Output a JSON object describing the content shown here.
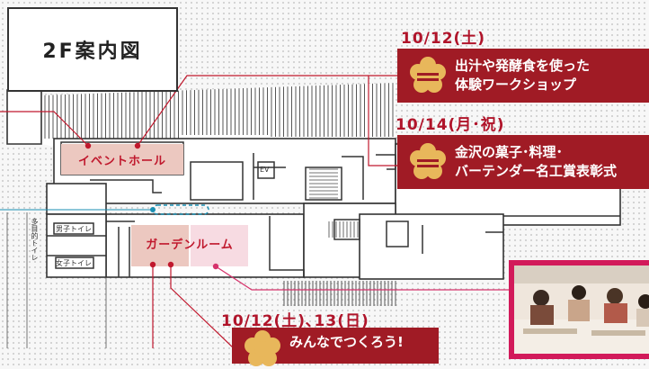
{
  "floor_title": "2F案内図",
  "rooms": {
    "event_hall": "イベントホール",
    "garden_room": "ガーデンルーム"
  },
  "facilities": {
    "ev": "EV",
    "mens_toilet": "男子トイレ",
    "womens_toilet": "女子トイレ",
    "multipurpose_toilet": "多目的トイレ"
  },
  "events": [
    {
      "date": "10/12(土)",
      "lines": [
        "出汁や発酵食を使った",
        "体験ワークショップ"
      ]
    },
    {
      "date": "10/14(月･祝)",
      "lines": [
        "金沢の菓子･料理･",
        "バーテンダー名工賞表彰式"
      ]
    },
    {
      "date": "10/12(土)､13(日)",
      "lines": [
        "みんなでつくろう!"
      ]
    }
  ],
  "colors": {
    "accent_red": "#c0182d",
    "card_bg": "#a01b25",
    "icon_gold": "#e8b75b",
    "room_fill": "#ecc8c0",
    "room_fill_light": "#f7dbe2",
    "connector_pink": "#d6336c",
    "walkway_blue": "#1a8fb3"
  },
  "icons": [
    "ume-blossom-icon"
  ]
}
